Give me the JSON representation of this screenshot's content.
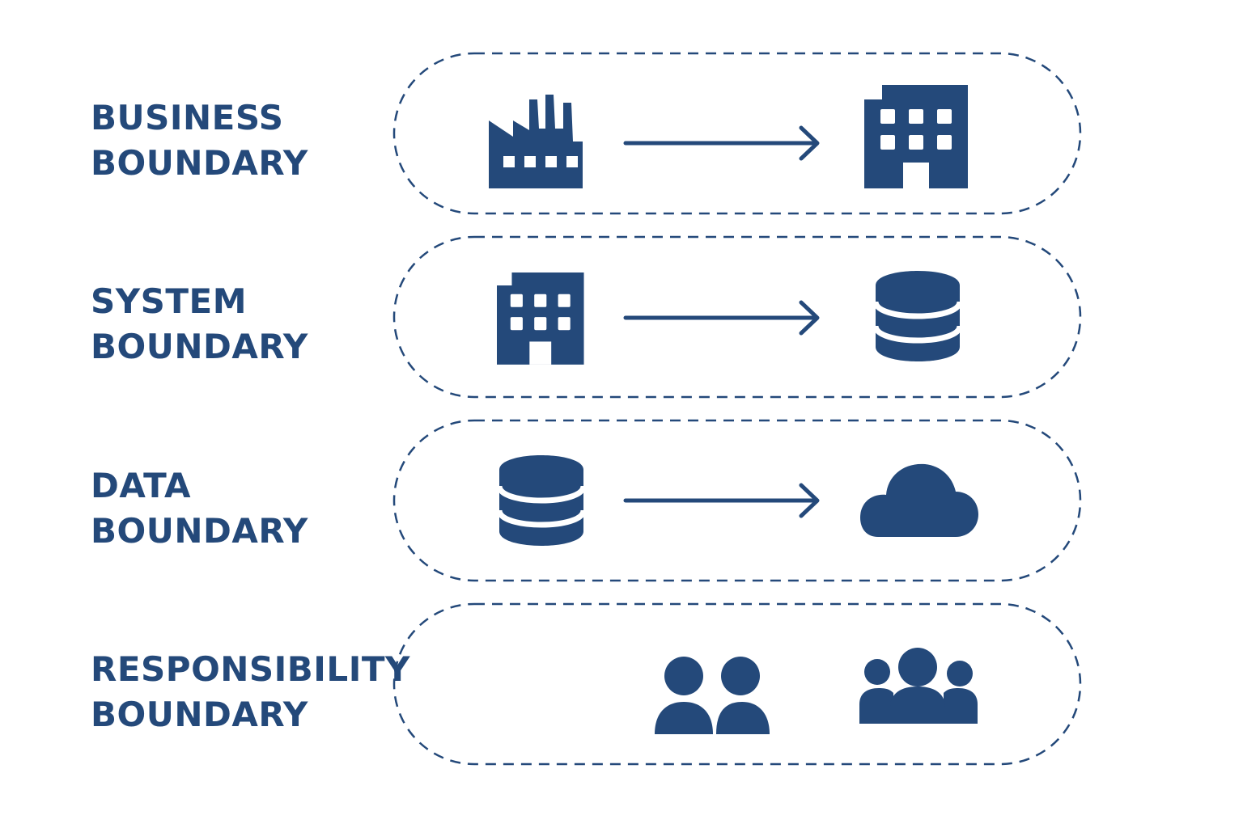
{
  "accent_color": "#24497a",
  "rows": [
    {
      "line1": "BUSINESS",
      "line2": "BOUNDARY",
      "from_icon": "factory-icon",
      "to_icon": "office-building-icon",
      "has_arrow": true
    },
    {
      "line1": "SYSTEM",
      "line2": "BOUNDARY",
      "from_icon": "office-building-icon",
      "to_icon": "database-icon",
      "has_arrow": true
    },
    {
      "line1": "DATA",
      "line2": "BOUNDARY",
      "from_icon": "database-icon",
      "to_icon": "cloud-icon",
      "has_arrow": true
    },
    {
      "line1": "RESPONSIBILITY",
      "line2": "BOUNDARY",
      "from_icon": "two-people-icon",
      "to_icon": "group-icon",
      "has_arrow": false
    }
  ]
}
